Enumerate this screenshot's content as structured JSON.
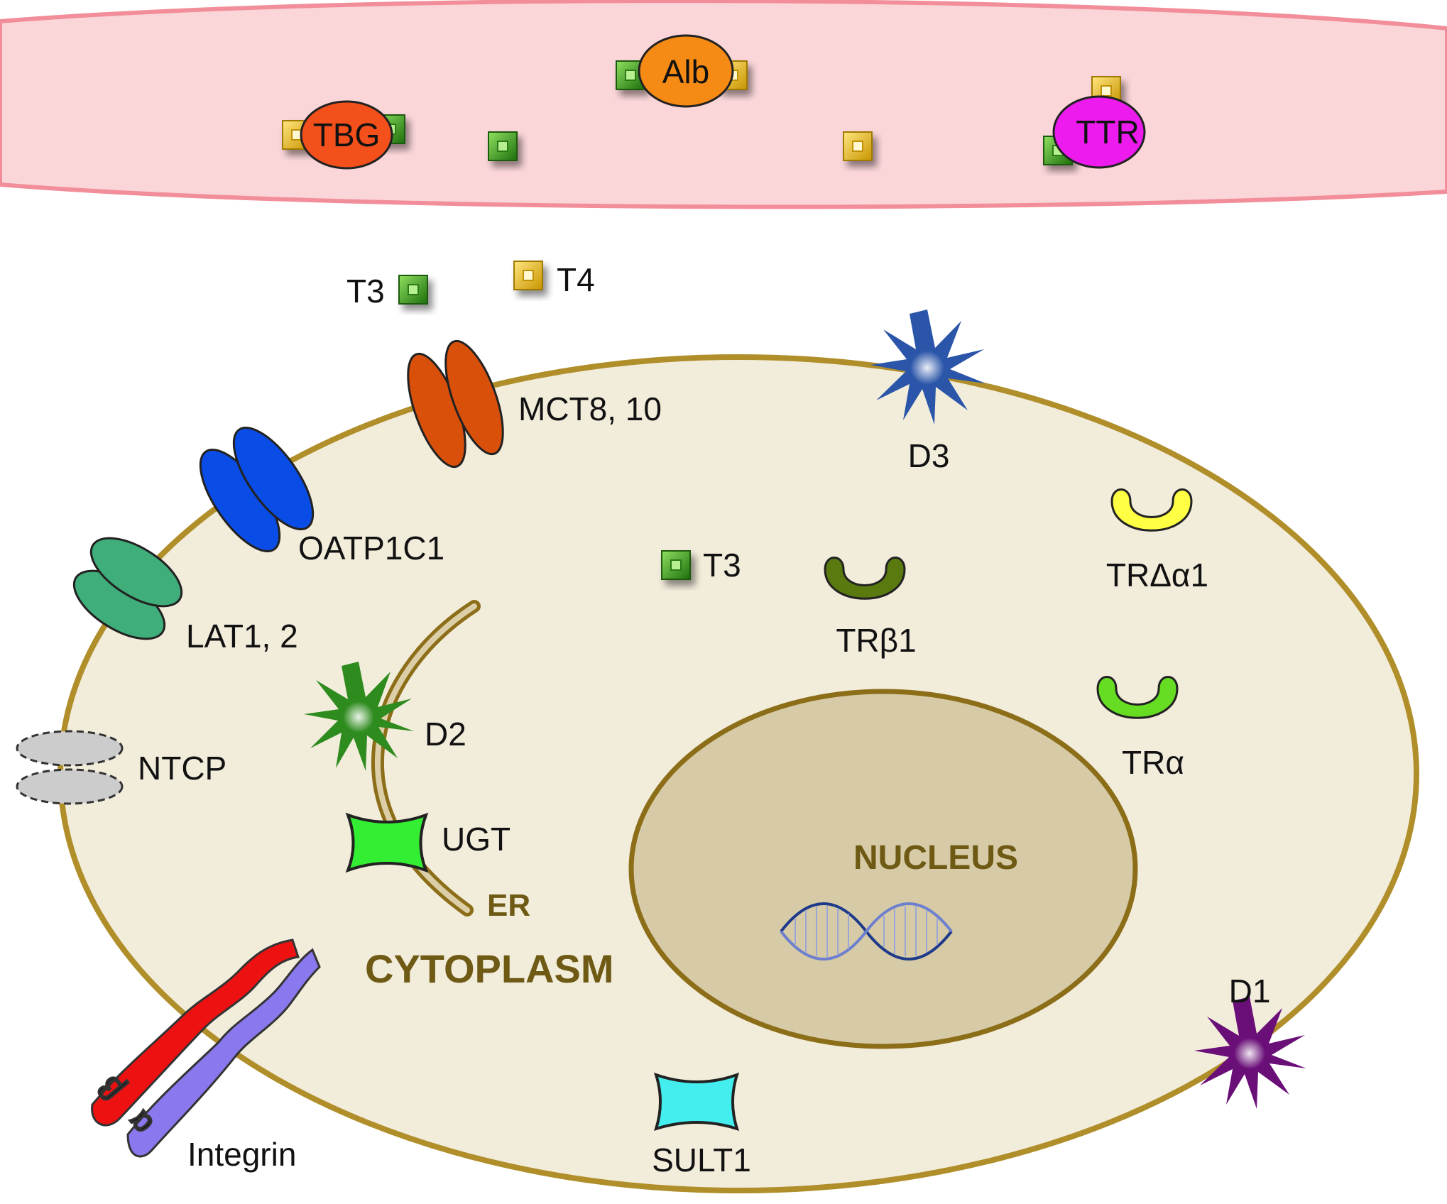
{
  "labels": {
    "tbg": "TBG",
    "alb": "Alb",
    "ttr": "TTR",
    "t3_out": "T3",
    "t4_out": "T4",
    "mct": "MCT8, 10",
    "oatp": "OATP1C1",
    "lat": "LAT1, 2",
    "ntcp": "NTCP",
    "d2": "D2",
    "d3": "D3",
    "d1": "D1",
    "ugt": "UGT",
    "er": "ER",
    "cytoplasm": "CYTOPLASM",
    "nucleus": "NUCLEUS",
    "t3_in": "T3",
    "trb1": "TRβ1",
    "trda1": "TRΔα1",
    "tra": "TRα",
    "integrin": "Integrin",
    "sult1": "SULT1",
    "beta": "β",
    "alpha": "α"
  },
  "colors": {
    "blood_vessel": "#fbd6d9",
    "vessel_border": "#f28e9a",
    "cell": "#f2ecdb",
    "cell_border": "#b08e2a",
    "nucleus": "#d6cba6",
    "nucleus_border": "#8c6d18",
    "t3": "#33a01a",
    "t4": "#f2c400",
    "tbg": "#f4501c",
    "alb": "#f58a14",
    "ttr": "#ee1bee",
    "mct": "#d9500a",
    "oatp": "#0a4de6",
    "lat": "#3fae7a",
    "ntcp": "#cccccc",
    "d2": "#2e8b1e",
    "d3": "#2a55a8",
    "d1": "#6a0f78",
    "ugt": "#33ee33",
    "sult1": "#44eeee",
    "trb1": "#5a7a10",
    "trda1": "#ffff44",
    "tra": "#66dd22",
    "integrin_beta": "#ee1111",
    "integrin_alpha": "#8a78ee",
    "text_olive": "#6e5a14"
  },
  "icons": [
    "t3-square-icon",
    "t4-square-icon",
    "deiodinase-star-icon",
    "dna-helix-icon",
    "receptor-cup-icon",
    "transporter-icon"
  ]
}
